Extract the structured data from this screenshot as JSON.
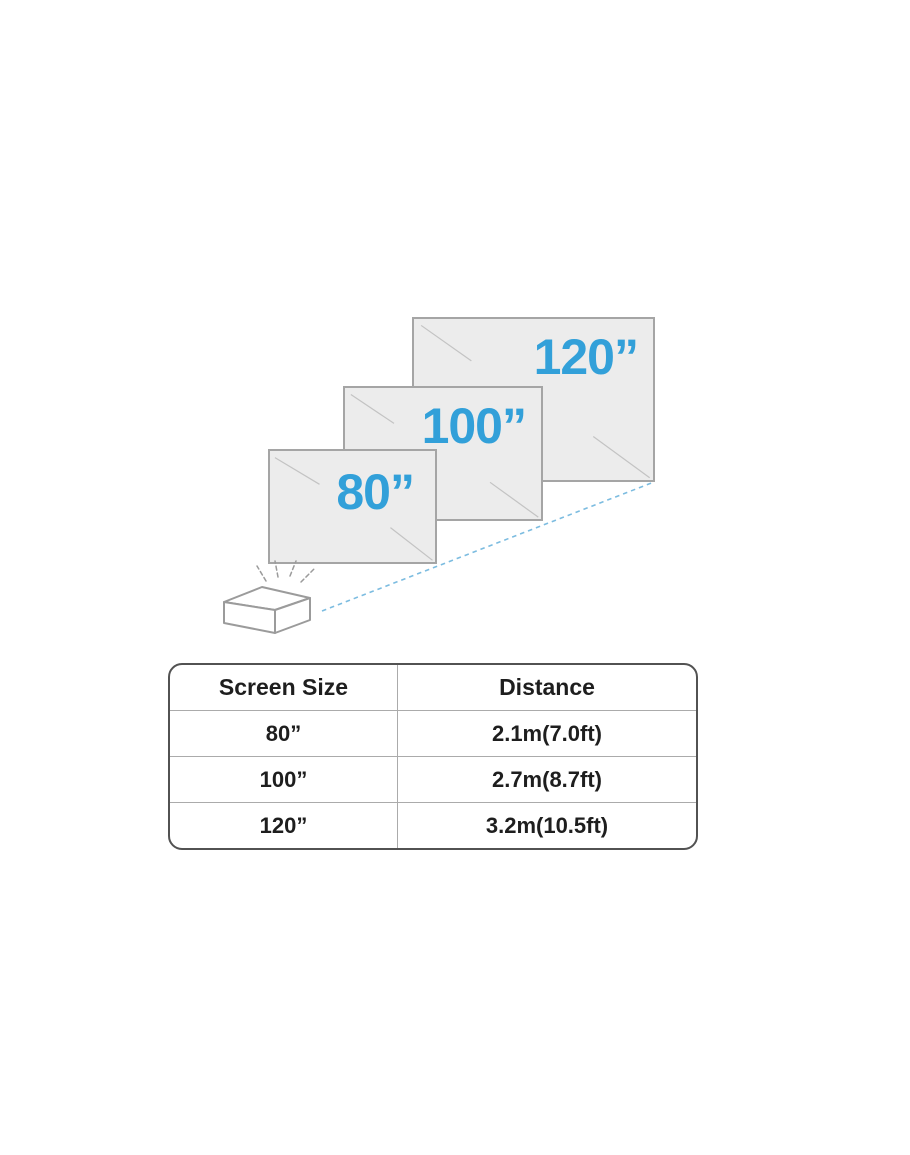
{
  "colors": {
    "accent_blue": "#32A0D9",
    "beam_blue": "#7CBCE0",
    "screen_fill": "#ECECEC",
    "screen_border": "#A5A5A5",
    "diag_line": "#C3C3C3",
    "projector_line": "#9B9B9B",
    "table_border": "#525252",
    "table_divider": "#ABABAB",
    "text_dark": "#1E1E1E"
  },
  "diagram": {
    "screens": [
      {
        "label": "120”"
      },
      {
        "label": "100”"
      },
      {
        "label": "80”"
      }
    ],
    "icons": {
      "projector": "projector-box-icon",
      "beam": "dashed-beam-line",
      "rays": "light-rays-icon",
      "screen_marks": "screen-glare-diagonal-lines"
    }
  },
  "table": {
    "headers": [
      "Screen Size",
      "Distance"
    ],
    "rows": [
      [
        "80”",
        "2.1m(7.0ft)"
      ],
      [
        "100”",
        "2.7m(8.7ft)"
      ],
      [
        "120”",
        "3.2m(10.5ft)"
      ]
    ]
  }
}
